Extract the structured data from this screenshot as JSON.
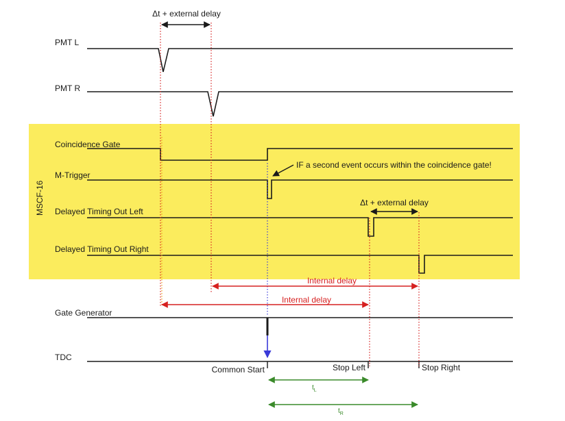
{
  "colors": {
    "mscf_band": "#fbec5d",
    "wave": "#1a1a1a",
    "delay_marker": "#d62020",
    "coincidence_marker": "#f0a01e",
    "start_marker": "#3a3ad8",
    "time_arrow": "#3a8a2a"
  },
  "mscf_label": "MSCF-16",
  "signals": {
    "pmt_l": "PMT L",
    "pmt_r": "PMT R",
    "coincidence_gate": "Coincidence Gate",
    "m_trigger": "M-Trigger",
    "delayed_left": "Delayed Timing Out Left",
    "delayed_right": "Delayed Timing Out Right",
    "gate_generator": "Gate Generator",
    "tdc": "TDC"
  },
  "annotations": {
    "top_delay": "Δt + external delay",
    "mid_delay": "Δt + external delay",
    "second_event": "IF a second event occurs within the coincidence gate!",
    "internal_delay_upper": "Internal delay",
    "internal_delay_lower": "Internal delay",
    "common_start": "Common Start",
    "stop_left": "Stop Left",
    "stop_right": "Stop Right",
    "t_left": "t",
    "t_left_sub": "L",
    "t_right": "t",
    "t_right_sub": "R"
  }
}
